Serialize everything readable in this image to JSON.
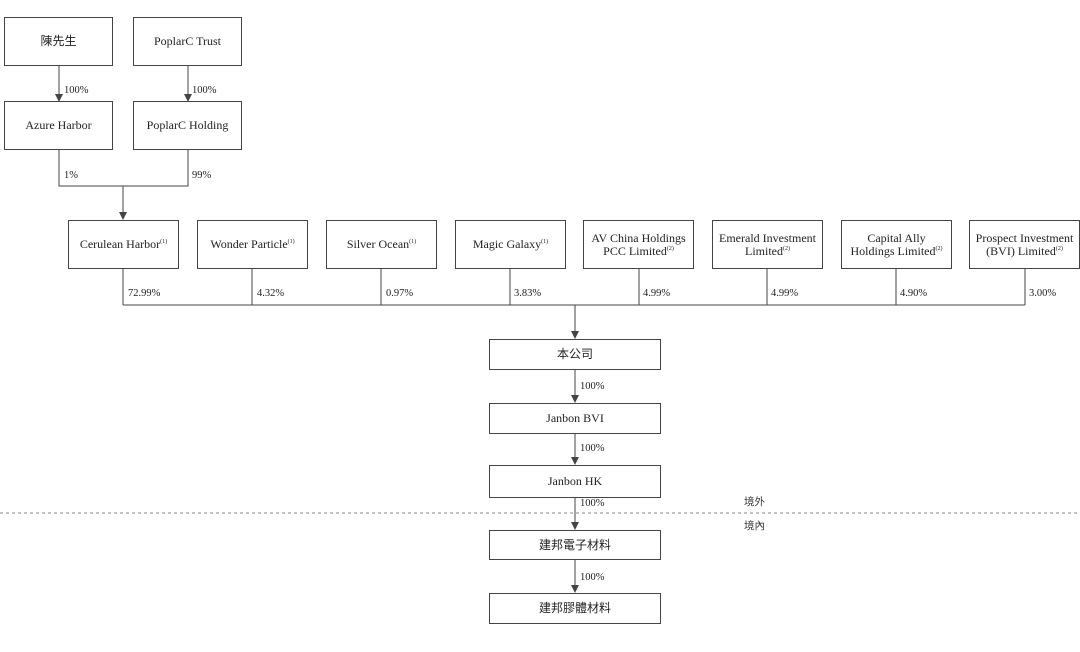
{
  "top_left": {
    "owner": "陳先生",
    "pct": "100%",
    "holding": "Azure Harbor",
    "pct_to_cerulean": "1%"
  },
  "top_right": {
    "owner": "PoplarC Trust",
    "pct": "100%",
    "holding": "PoplarC Holding",
    "pct_to_cerulean": "99%"
  },
  "shareholders": [
    {
      "label": "Cerulean Harbor",
      "note": "(1)",
      "pct": "72.99%"
    },
    {
      "label": "Wonder Particle",
      "note": "(1)",
      "pct": "4.32%"
    },
    {
      "label": "Silver Ocean",
      "note": "(1)",
      "pct": "0.97%"
    },
    {
      "label": "Magic Galaxy",
      "note": "(1)",
      "pct": "3.83%"
    },
    {
      "label": "AV China Holdings\nPCC Limited",
      "note": "(2)",
      "pct": "4.99%"
    },
    {
      "label": "Emerald Investment\nLimited",
      "note": "(2)",
      "pct": "4.99%"
    },
    {
      "label": "Capital Ally\nHoldings Limited",
      "note": "(2)",
      "pct": "4.90%"
    },
    {
      "label": "Prospect Investment\n(BVI) Limited",
      "note": "(2)",
      "pct": "3.00%"
    }
  ],
  "chain": [
    {
      "label": "本公司",
      "pct_below": "100%"
    },
    {
      "label": "Janbon BVI",
      "pct_below": "100%"
    },
    {
      "label": "Janbon HK",
      "pct_below": "100%"
    },
    {
      "label": "建邦電子材料",
      "pct_below": "100%"
    },
    {
      "label": "建邦膠體材料",
      "pct_below": ""
    }
  ],
  "regions": {
    "offshore": "境外",
    "onshore": "境內"
  },
  "colors": {
    "line": "#444444",
    "box_border": "#444444",
    "divider": "#888888"
  }
}
